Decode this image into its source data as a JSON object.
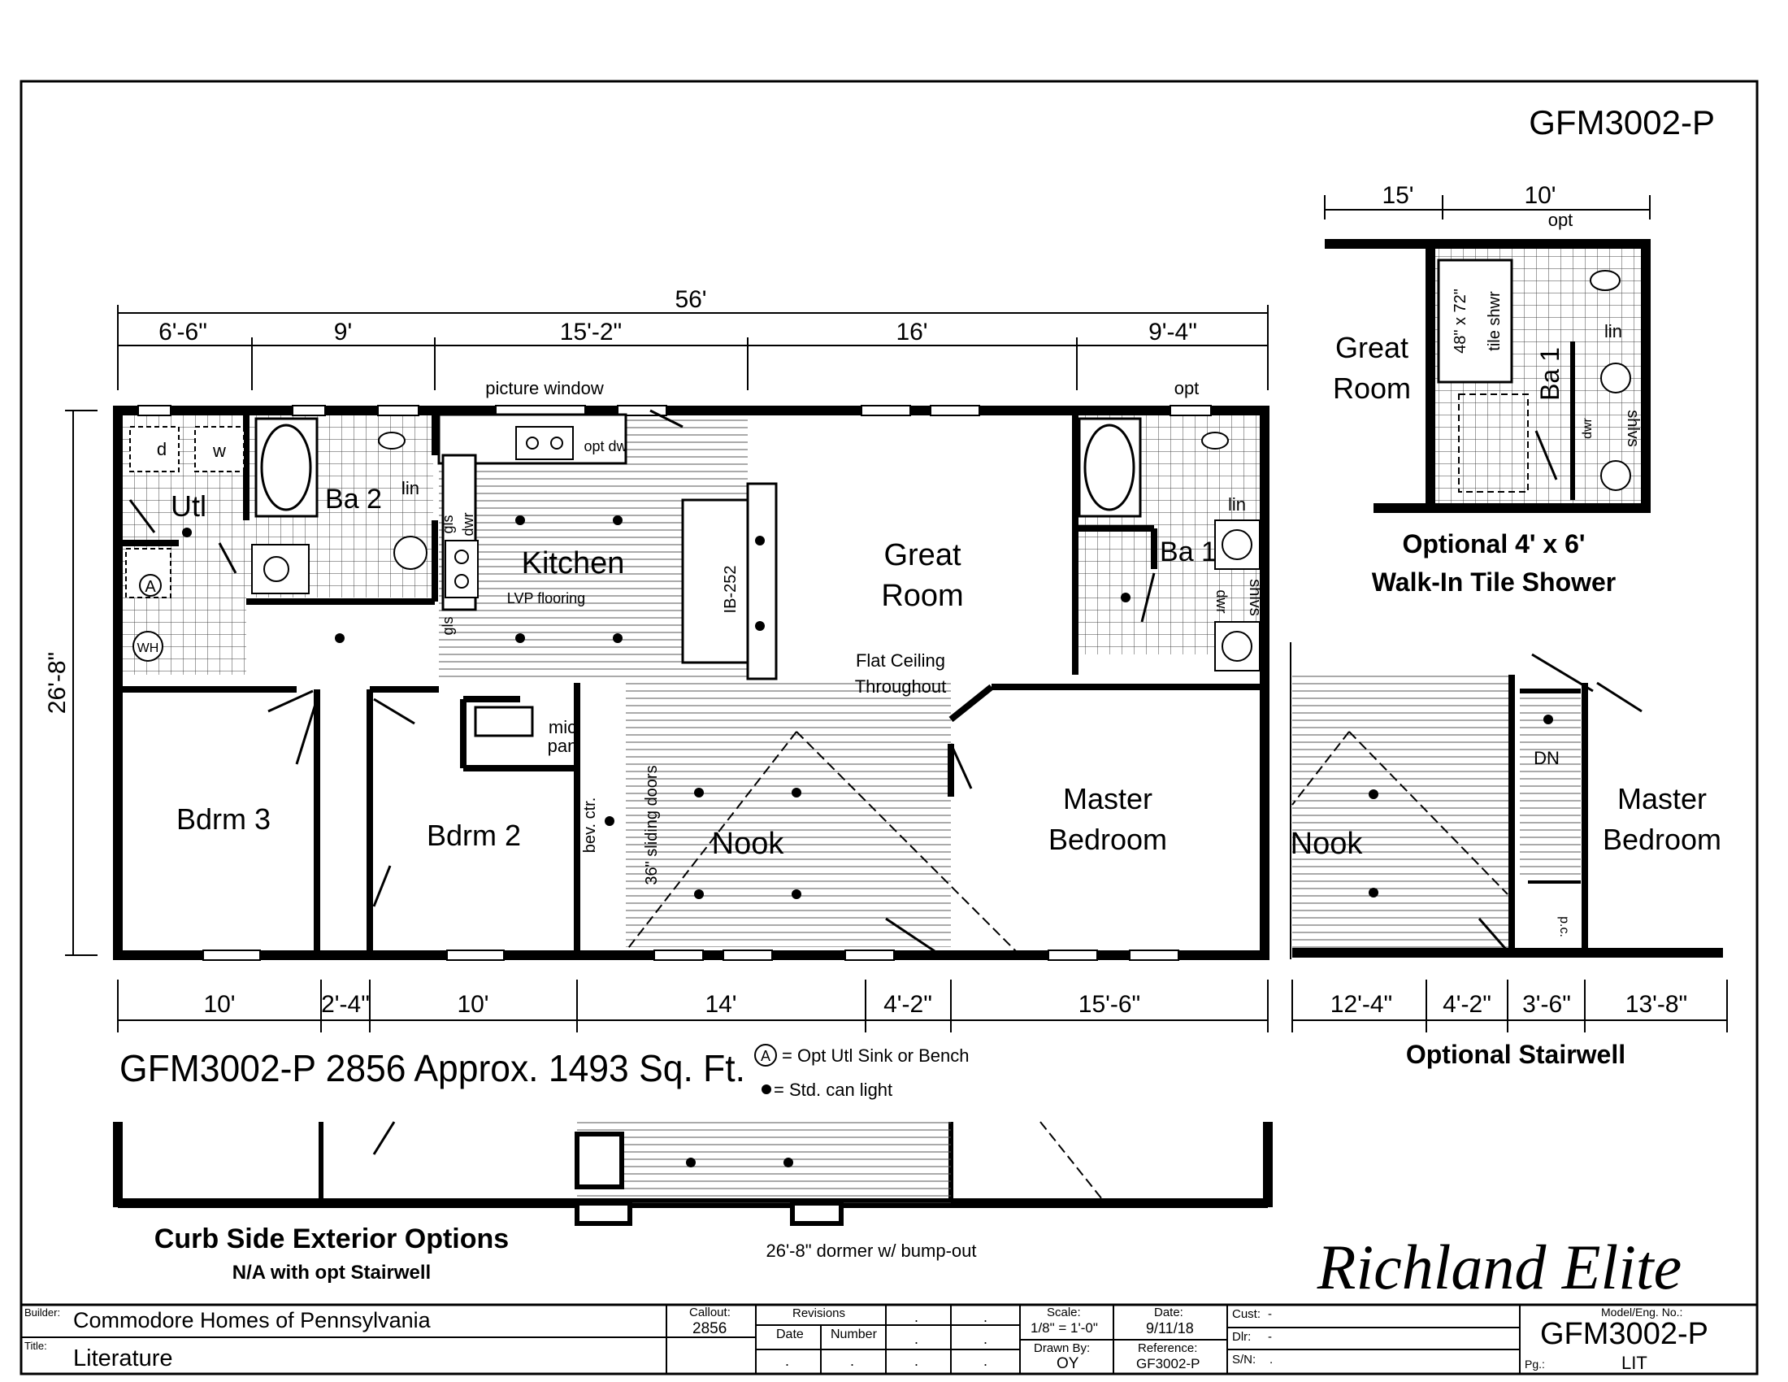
{
  "model_top": "GFM3002-P",
  "dimensions": {
    "overall_width": "56'",
    "top": [
      "6'-6\"",
      "9'",
      "15'-2\"",
      "16'",
      "9'-4\""
    ],
    "bottom": [
      "10'",
      "2'-4\"",
      "10'",
      "14'",
      "4'-2\"",
      "15'-6\""
    ],
    "depth": "26'-8\""
  },
  "rooms": {
    "utl": "Utl",
    "ba2": "Ba 2",
    "kitchen": "Kitchen",
    "lvp": "LVP flooring",
    "great_room_1": "Great",
    "great_room_2": "Room",
    "flat_ceiling_1": "Flat Ceiling",
    "flat_ceiling_2": "Throughout",
    "ba1": "Ba 1",
    "bdrm3": "Bdrm 3",
    "bdrm2": "Bdrm 2",
    "nook": "Nook",
    "master_1": "Master",
    "master_2": "Bedroom"
  },
  "fixtures": {
    "d": "d",
    "w": "w",
    "a": "A",
    "wh": "WH",
    "lin": "lin",
    "gls": "gls",
    "dwr": "dwr",
    "picture_window": "picture window",
    "opt_dw": "opt dw",
    "opt": "opt",
    "ib": "IB-252",
    "mic": "mic",
    "pan": "pan",
    "bev": "bev. ctr.",
    "sliding": "36\" sliding doors",
    "shlvs": "shlvs"
  },
  "summary": {
    "title": "GFM3002-P 2856  Approx. 1493 Sq. Ft.",
    "legend_a": "= Opt Utl Sink or Bench",
    "legend_a_symbol": "A",
    "legend_light": "= Std. can light"
  },
  "shower_option": {
    "dims": [
      "15'",
      "10'"
    ],
    "opt": "opt",
    "great_1": "Great",
    "great_2": "Room",
    "tile": "48\" x 72\"",
    "tile2": "tile shwr",
    "lin": "lin",
    "ba1": "Ba 1",
    "dwr": "dwr",
    "shlvs": "shlvs",
    "caption_1": "Optional 4' x 6'",
    "caption_2": "Walk-In Tile Shower"
  },
  "stair_option": {
    "nook": "Nook",
    "dn": "DN",
    "master_1": "Master",
    "master_2": "Bedroom",
    "pc": "p.c.",
    "dims": [
      "12'-4\"",
      "4'-2\"",
      "3'-6\"",
      "13'-8\""
    ],
    "caption": "Optional Stairwell"
  },
  "curb": {
    "caption_1": "Curb Side Exterior Options",
    "caption_2": "N/A with opt Stairwell",
    "dormer": "26'-8\" dormer w/ bump-out"
  },
  "brand": "Richland Elite",
  "title_block": {
    "builder_label": "Builder:",
    "builder": "Commodore Homes of Pennsylvania",
    "title_label": "Title:",
    "title": "Literature",
    "callout_label": "Callout:",
    "callout": "2856",
    "revisions_label": "Revisions",
    "date_col": "Date",
    "number_col": "Number",
    "dot": ".",
    "scale_label": "Scale:",
    "scale": "1/8\" = 1'-0\"",
    "drawn_label": "Drawn By:",
    "drawn": "OY",
    "date_label": "Date:",
    "date": "9/11/18",
    "reference_label": "Reference:",
    "reference": "GF3002-P",
    "cust_label": "Cust:",
    "cust": "-",
    "dlr_label": "Dlr:",
    "dlr": "-",
    "sn_label": "S/N:",
    "sn": ".",
    "model_label": "Model/Eng. No.:",
    "model": "GFM3002-P",
    "pg_label": "Pg.:",
    "pg": "LIT"
  }
}
